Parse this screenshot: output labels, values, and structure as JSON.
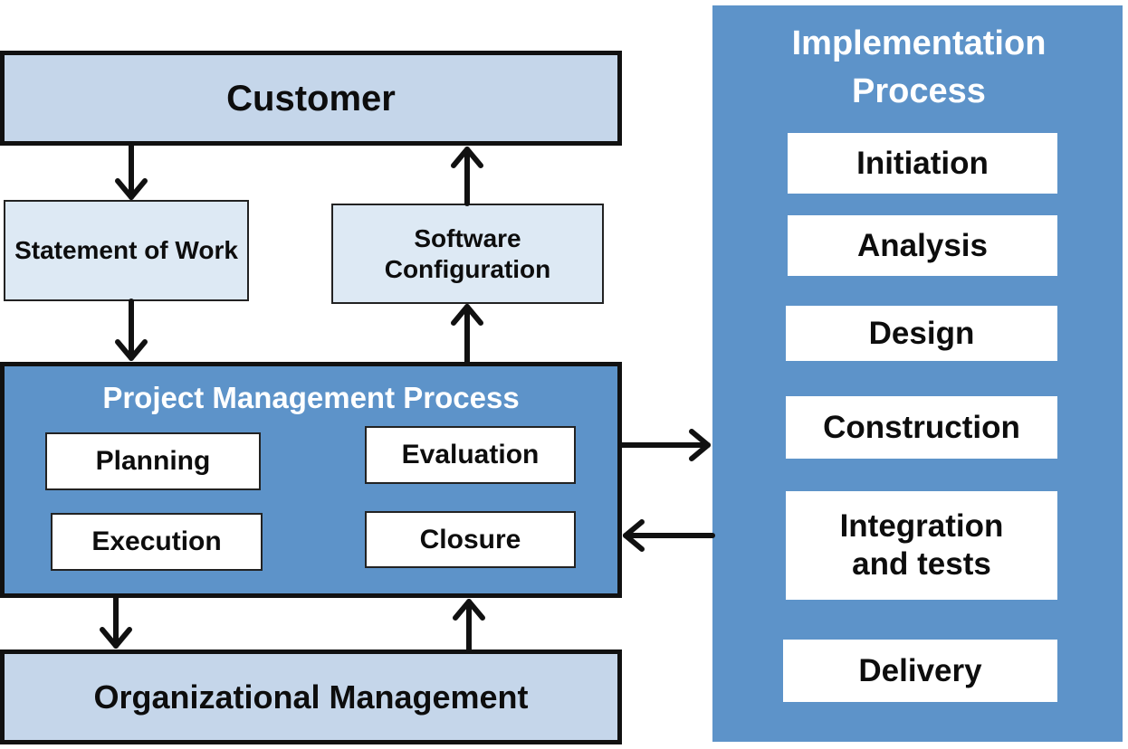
{
  "diagram": {
    "customer": {
      "label": "Customer"
    },
    "statement_of_work": {
      "label": "Statement of Work"
    },
    "software_configuration": {
      "label": "Software Configuration"
    },
    "project_management": {
      "title": "Project Management Process",
      "steps": [
        {
          "label": "Planning"
        },
        {
          "label": "Execution"
        },
        {
          "label": "Evaluation"
        },
        {
          "label": "Closure"
        }
      ]
    },
    "organizational_management": {
      "label": "Organizational Management"
    },
    "implementation": {
      "title": "Implementation Process",
      "steps": [
        {
          "label": "Initiation"
        },
        {
          "label": "Analysis"
        },
        {
          "label": "Design"
        },
        {
          "label": "Construction"
        },
        {
          "label": "Integration and tests"
        },
        {
          "label": "Delivery"
        }
      ]
    },
    "colors": {
      "outer_light": "#c5d6ea",
      "pale_box": "#dde9f4",
      "process_blue": "#5d93c9",
      "inner_white": "#ffffff",
      "stroke": "#111111"
    },
    "connections": [
      {
        "from": "Customer",
        "to": "Statement of Work"
      },
      {
        "from": "Statement of Work",
        "to": "Project Management Process"
      },
      {
        "from": "Project Management Process",
        "to": "Software Configuration"
      },
      {
        "from": "Software Configuration",
        "to": "Customer"
      },
      {
        "from": "Project Management Process",
        "to": "Organizational Management"
      },
      {
        "from": "Organizational Management",
        "to": "Project Management Process"
      },
      {
        "from": "Project Management Process",
        "to": "Implementation Process"
      },
      {
        "from": "Implementation Process",
        "to": "Project Management Process"
      }
    ]
  }
}
